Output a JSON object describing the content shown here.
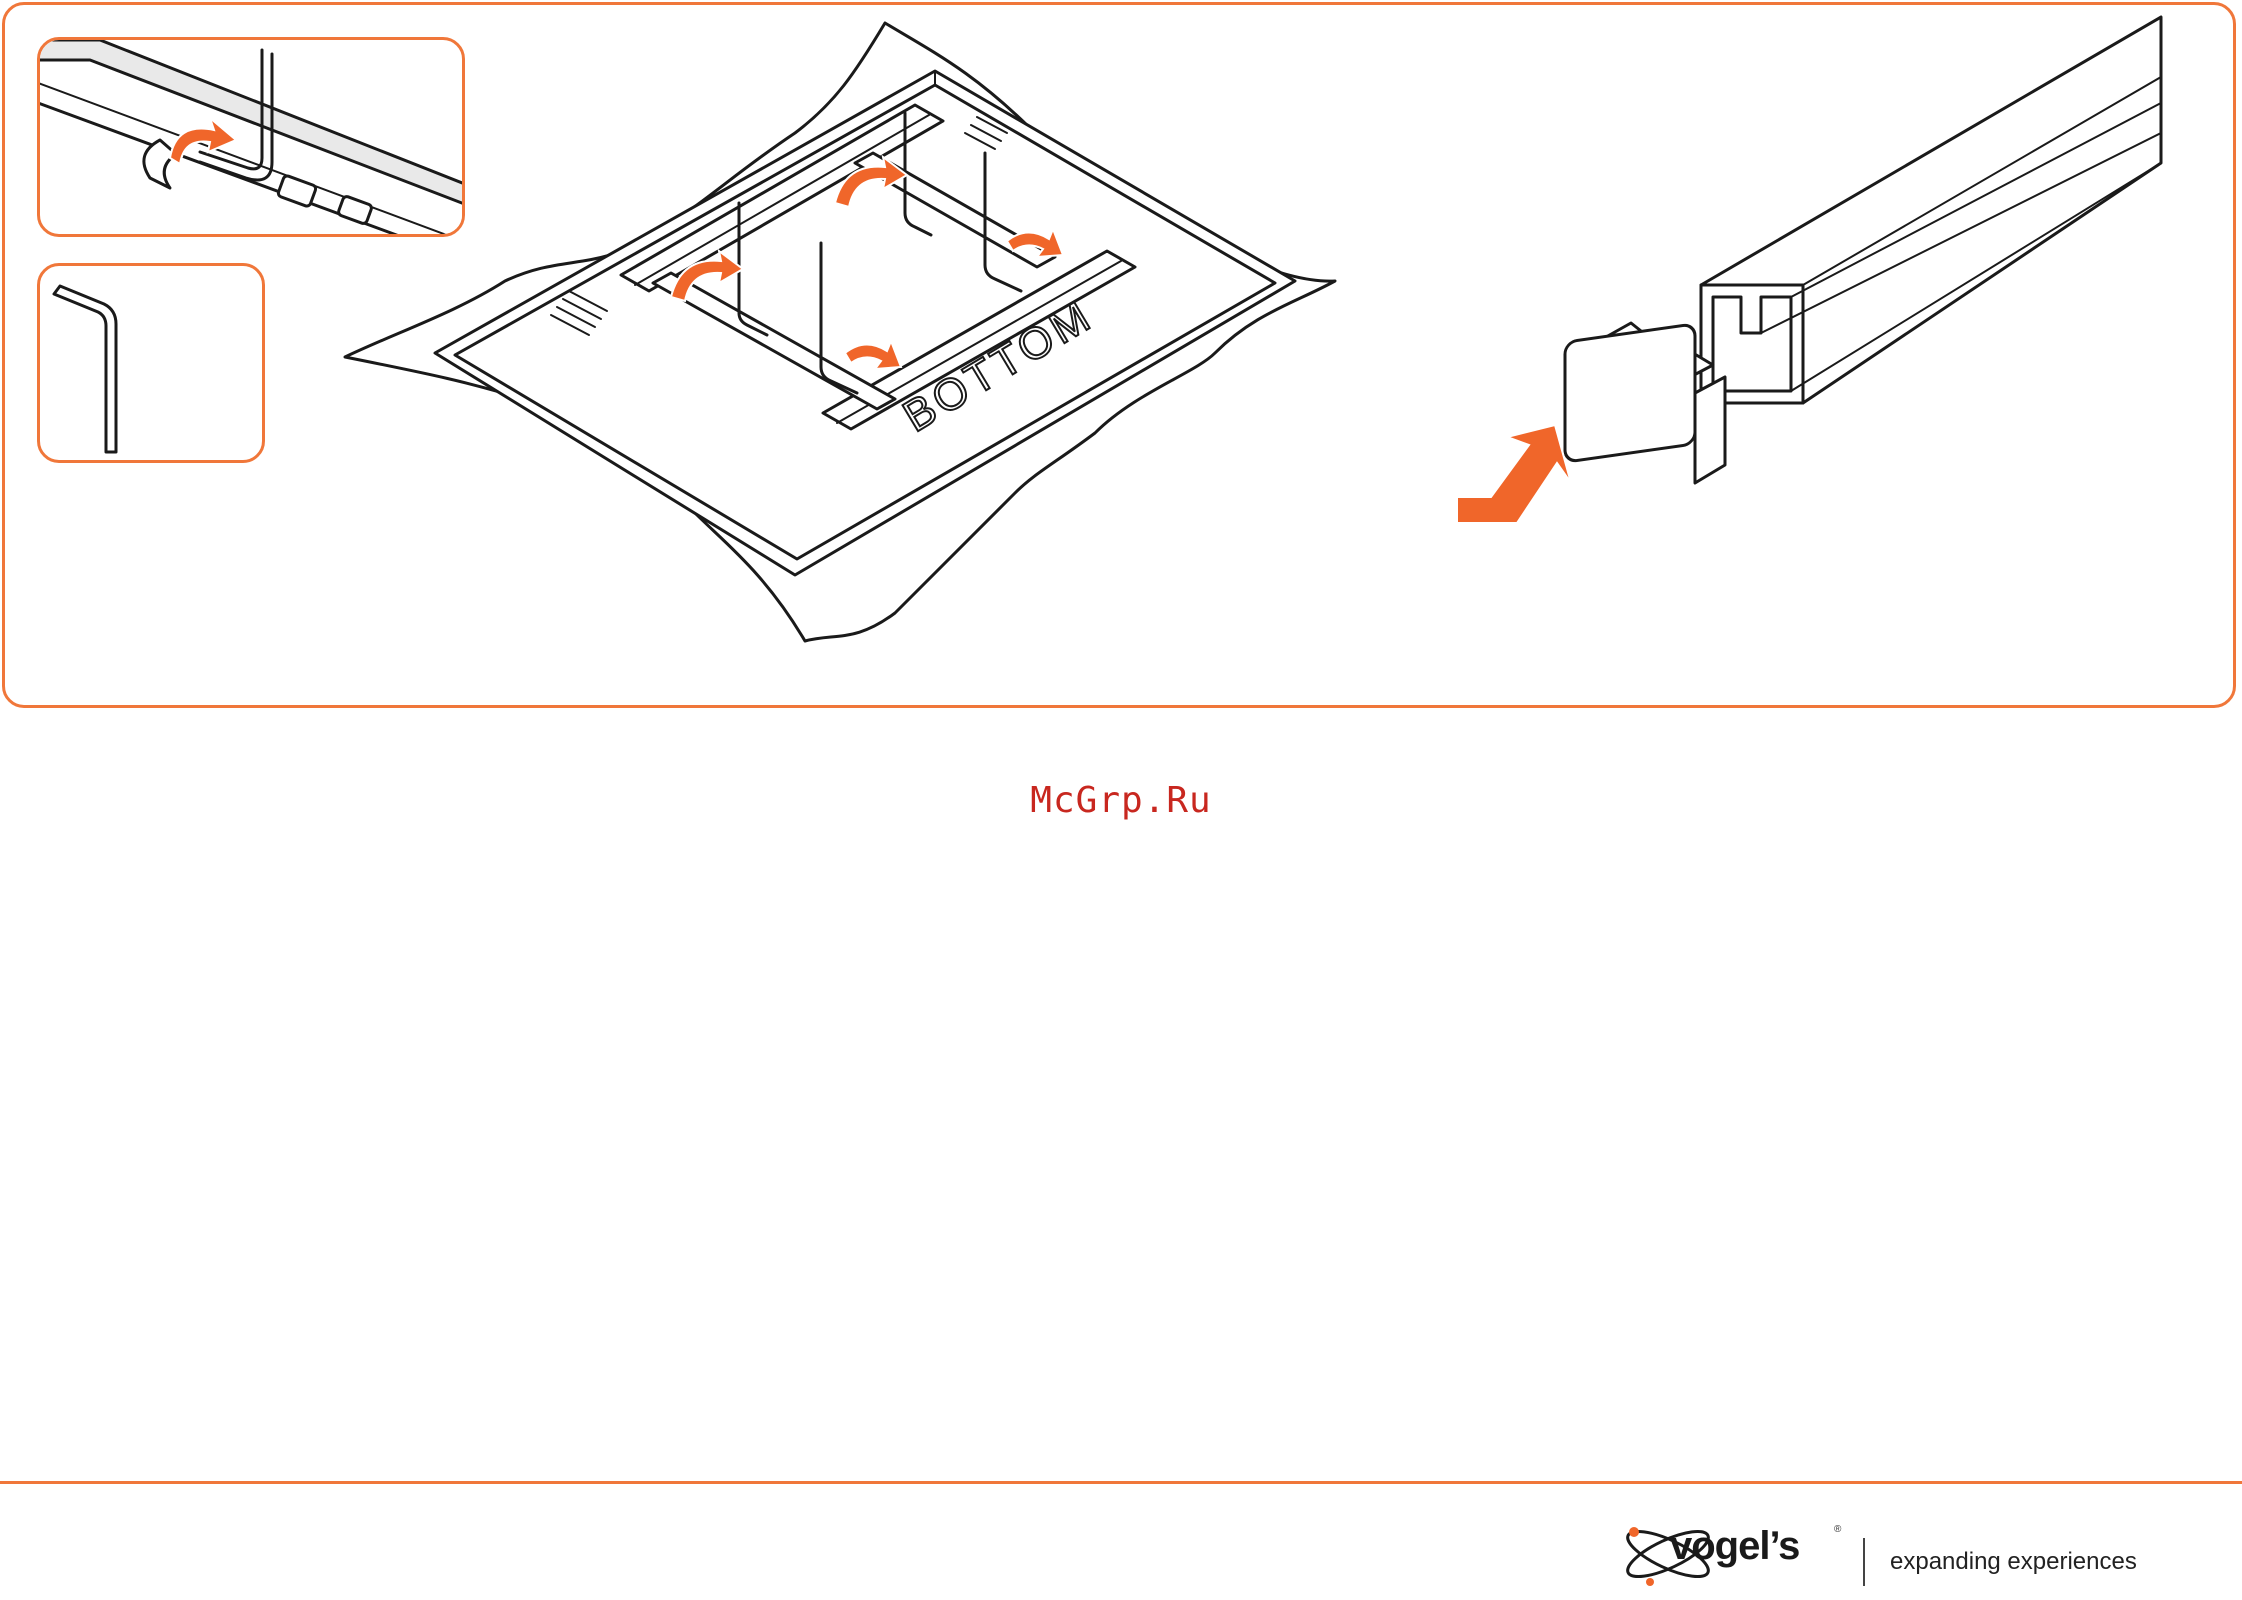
{
  "panel": {
    "tv_back_label": "BOTTOM",
    "accent_color": "#f0773a",
    "arrow_color": "#f0662a"
  },
  "watermark": {
    "text": "McGrp.Ru",
    "color": "#c8271f"
  },
  "footer": {
    "brand_name": "vogel’s",
    "registered_mark": "®",
    "tagline": "expanding experiences"
  },
  "icons": {
    "detail": "hex-key-tightening-icon",
    "tool": "allen-key-icon",
    "direction": "insert-arrow-icon",
    "logo": "orbit-logo-icon"
  }
}
